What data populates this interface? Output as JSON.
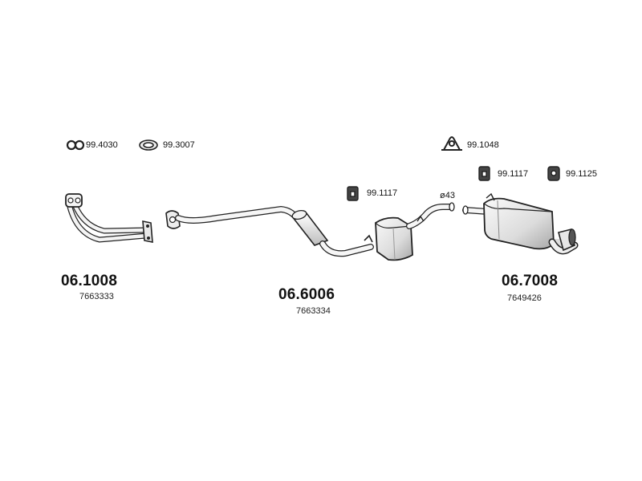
{
  "accessories": {
    "clamp_ring": "99.4030",
    "gasket": "99.3007",
    "clamp_u": "99.1048",
    "hanger_mid": "99.1117",
    "hanger_rear_a": "99.1117",
    "hanger_rear_b": "99.1125",
    "pipe_diameter": "ø43"
  },
  "sections": {
    "front": {
      "part": "06.1008",
      "ref": "7663333"
    },
    "middle": {
      "part": "06.6006",
      "ref": "7663334"
    },
    "rear": {
      "part": "06.7008",
      "ref": "7649426"
    }
  },
  "colors": {
    "stroke": "#222222",
    "fill_light": "#f4f4f4",
    "fill_shade": "#cfcfcf"
  }
}
